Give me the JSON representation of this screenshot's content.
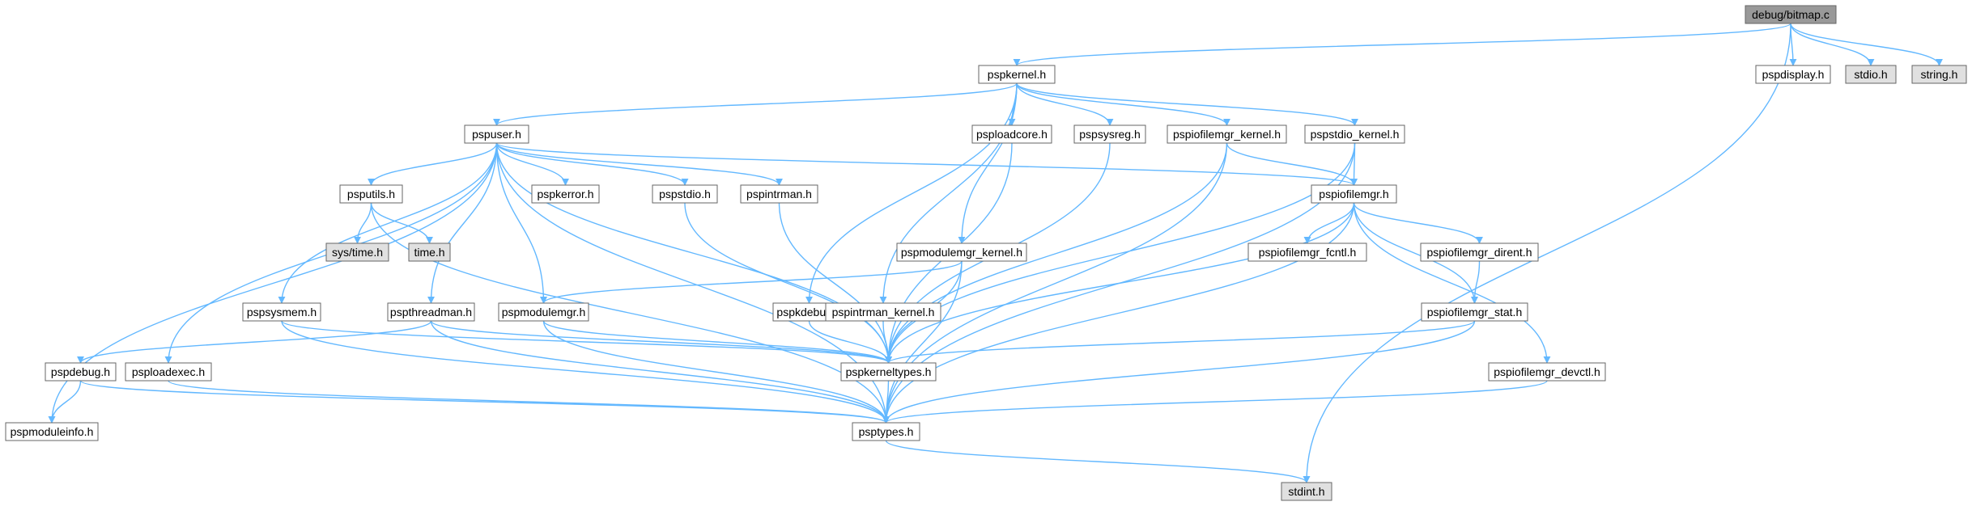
{
  "colors": {
    "edge": "#63b8ff",
    "node_fill": "#ffffff",
    "node_external_fill": "#e0e0e0",
    "node_root_fill": "#999999",
    "node_border": "#666666"
  },
  "nodes": [
    {
      "id": "bitmap",
      "label": "debug/bitmap.c",
      "kind": "root"
    },
    {
      "id": "pspkernel",
      "label": "pspkernel.h",
      "kind": "file"
    },
    {
      "id": "pspdisplay",
      "label": "pspdisplay.h",
      "kind": "file"
    },
    {
      "id": "stdio",
      "label": "stdio.h",
      "kind": "external"
    },
    {
      "id": "string",
      "label": "string.h",
      "kind": "external"
    },
    {
      "id": "pspuser",
      "label": "pspuser.h",
      "kind": "file"
    },
    {
      "id": "psploadcore",
      "label": "psploadcore.h",
      "kind": "file"
    },
    {
      "id": "pspsysreg",
      "label": "pspsysreg.h",
      "kind": "file"
    },
    {
      "id": "pspiofilemgr_kernel",
      "label": "pspiofilemgr_kernel.h",
      "kind": "file"
    },
    {
      "id": "pspstdio_kernel",
      "label": "pspstdio_kernel.h",
      "kind": "file"
    },
    {
      "id": "psputils",
      "label": "psputils.h",
      "kind": "file"
    },
    {
      "id": "pspkerror",
      "label": "pspkerror.h",
      "kind": "file"
    },
    {
      "id": "pspstdio",
      "label": "pspstdio.h",
      "kind": "file"
    },
    {
      "id": "pspintrman",
      "label": "pspintrman.h",
      "kind": "file"
    },
    {
      "id": "pspiofilemgr",
      "label": "pspiofilemgr.h",
      "kind": "file"
    },
    {
      "id": "systime",
      "label": "sys/time.h",
      "kind": "external"
    },
    {
      "id": "time",
      "label": "time.h",
      "kind": "external"
    },
    {
      "id": "pspmodulemgr_kernel",
      "label": "pspmodulemgr_kernel.h",
      "kind": "file"
    },
    {
      "id": "pspiofilemgr_fcntl",
      "label": "pspiofilemgr_fcntl.h",
      "kind": "file"
    },
    {
      "id": "pspiofilemgr_dirent",
      "label": "pspiofilemgr_dirent.h",
      "kind": "file"
    },
    {
      "id": "pspsysmem",
      "label": "pspsysmem.h",
      "kind": "file"
    },
    {
      "id": "pspthreadman",
      "label": "pspthreadman.h",
      "kind": "file"
    },
    {
      "id": "pspmodulemgr",
      "label": "pspmodulemgr.h",
      "kind": "file"
    },
    {
      "id": "pspkdebug",
      "label": "pspkdebug.h",
      "kind": "file"
    },
    {
      "id": "pspintrman_kernel",
      "label": "pspintrman_kernel.h",
      "kind": "file"
    },
    {
      "id": "pspiofilemgr_stat",
      "label": "pspiofilemgr_stat.h",
      "kind": "file"
    },
    {
      "id": "pspdebug",
      "label": "pspdebug.h",
      "kind": "file"
    },
    {
      "id": "psploadexec",
      "label": "psploadexec.h",
      "kind": "file"
    },
    {
      "id": "pspkerneltypes",
      "label": "pspkerneltypes.h",
      "kind": "file"
    },
    {
      "id": "pspiofilemgr_devctl",
      "label": "pspiofilemgr_devctl.h",
      "kind": "file"
    },
    {
      "id": "pspmoduleinfo",
      "label": "pspmoduleinfo.h",
      "kind": "file"
    },
    {
      "id": "psptypes",
      "label": "psptypes.h",
      "kind": "file"
    },
    {
      "id": "stdint",
      "label": "stdint.h",
      "kind": "external"
    }
  ],
  "edges": [
    [
      "bitmap",
      "pspkernel"
    ],
    [
      "bitmap",
      "pspdisplay"
    ],
    [
      "bitmap",
      "stdio"
    ],
    [
      "bitmap",
      "string"
    ],
    [
      "bitmap",
      "stdint"
    ],
    [
      "pspkernel",
      "pspuser"
    ],
    [
      "pspkernel",
      "psploadcore"
    ],
    [
      "pspkernel",
      "pspsysreg"
    ],
    [
      "pspkernel",
      "pspiofilemgr_kernel"
    ],
    [
      "pspkernel",
      "pspstdio_kernel"
    ],
    [
      "pspkernel",
      "pspmodulemgr_kernel"
    ],
    [
      "pspkernel",
      "pspkdebug"
    ],
    [
      "pspkernel",
      "pspintrman_kernel"
    ],
    [
      "pspuser",
      "psputils"
    ],
    [
      "pspuser",
      "pspkerror"
    ],
    [
      "pspuser",
      "pspstdio"
    ],
    [
      "pspuser",
      "pspintrman"
    ],
    [
      "pspuser",
      "pspiofilemgr"
    ],
    [
      "pspuser",
      "pspsysmem"
    ],
    [
      "pspuser",
      "pspthreadman"
    ],
    [
      "pspuser",
      "pspmodulemgr"
    ],
    [
      "pspuser",
      "psploadexec"
    ],
    [
      "pspuser",
      "pspmoduleinfo"
    ],
    [
      "pspuser",
      "pspkerneltypes"
    ],
    [
      "pspuser",
      "psptypes"
    ],
    [
      "psputils",
      "systime"
    ],
    [
      "psputils",
      "time"
    ],
    [
      "psputils",
      "psptypes"
    ],
    [
      "pspstdio",
      "pspkerneltypes"
    ],
    [
      "pspintrman",
      "pspkerneltypes"
    ],
    [
      "psploadcore",
      "pspkerneltypes"
    ],
    [
      "pspsysreg",
      "pspkerneltypes"
    ],
    [
      "pspiofilemgr_kernel",
      "pspiofilemgr"
    ],
    [
      "pspiofilemgr_kernel",
      "pspkerneltypes"
    ],
    [
      "pspiofilemgr_kernel",
      "psptypes"
    ],
    [
      "pspstdio_kernel",
      "pspiofilemgr"
    ],
    [
      "pspstdio_kernel",
      "pspkerneltypes"
    ],
    [
      "pspstdio_kernel",
      "psptypes"
    ],
    [
      "pspiofilemgr",
      "pspiofilemgr_fcntl"
    ],
    [
      "pspiofilemgr",
      "pspiofilemgr_dirent"
    ],
    [
      "pspiofilemgr",
      "pspiofilemgr_stat"
    ],
    [
      "pspiofilemgr",
      "pspiofilemgr_devctl"
    ],
    [
      "pspiofilemgr",
      "pspkerneltypes"
    ],
    [
      "pspiofilemgr",
      "psptypes"
    ],
    [
      "pspiofilemgr_dirent",
      "pspiofilemgr_stat"
    ],
    [
      "pspmodulemgr_kernel",
      "pspmodulemgr"
    ],
    [
      "pspmodulemgr_kernel",
      "pspkerneltypes"
    ],
    [
      "pspmodulemgr_kernel",
      "psptypes"
    ],
    [
      "pspsysmem",
      "pspkerneltypes"
    ],
    [
      "pspsysmem",
      "psptypes"
    ],
    [
      "pspthreadman",
      "pspdebug"
    ],
    [
      "pspthreadman",
      "pspkerneltypes"
    ],
    [
      "pspthreadman",
      "psptypes"
    ],
    [
      "pspmodulemgr",
      "pspkerneltypes"
    ],
    [
      "pspmodulemgr",
      "psptypes"
    ],
    [
      "pspkdebug",
      "pspkerneltypes"
    ],
    [
      "pspintrman_kernel",
      "pspkerneltypes"
    ],
    [
      "pspiofilemgr_stat",
      "pspkerneltypes"
    ],
    [
      "pspiofilemgr_stat",
      "psptypes"
    ],
    [
      "pspiofilemgr_devctl",
      "psptypes"
    ],
    [
      "pspdebug",
      "pspmoduleinfo"
    ],
    [
      "pspdebug",
      "psptypes"
    ],
    [
      "psploadexec",
      "psptypes"
    ],
    [
      "pspkerneltypes",
      "psptypes"
    ],
    [
      "psptypes",
      "stdint"
    ]
  ]
}
